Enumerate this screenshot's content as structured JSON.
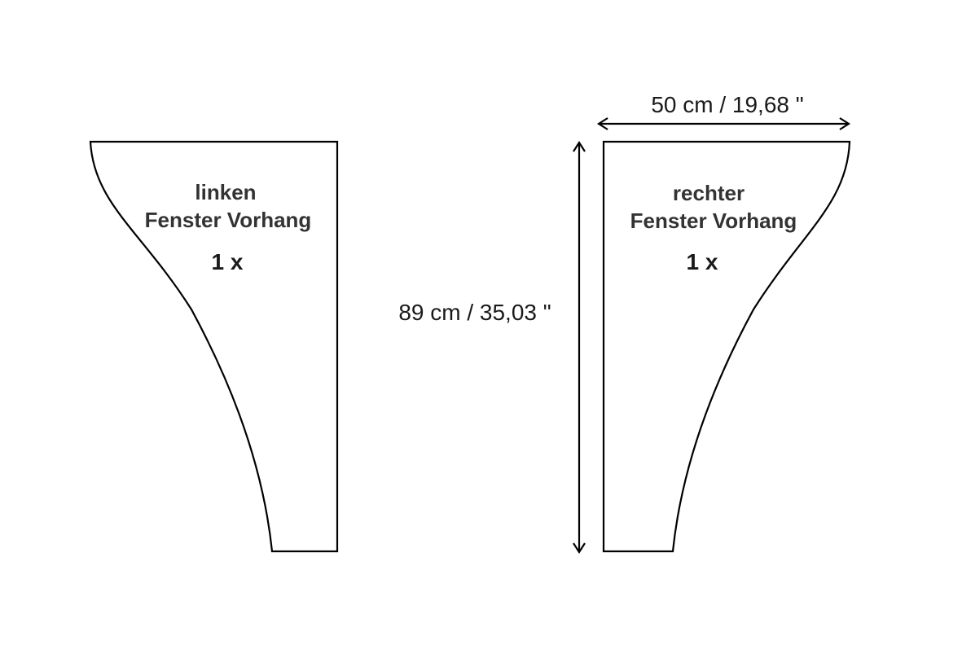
{
  "left_panel": {
    "line1": "linken",
    "line2": "Fenster Vorhang",
    "quantity": "1 x"
  },
  "right_panel": {
    "line1": "rechter",
    "line2": "Fenster Vorhang",
    "quantity": "1 x"
  },
  "dimensions": {
    "width": "50 cm / 19,68 \"",
    "height": "89 cm / 35,03 \""
  }
}
